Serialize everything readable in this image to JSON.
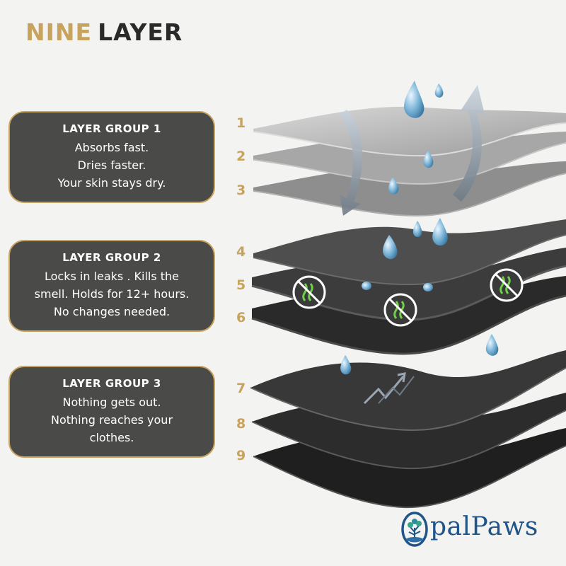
{
  "title": {
    "word1": "NINE",
    "word2": "LAYER"
  },
  "groups": [
    {
      "heading": "LAYER GROUP 1",
      "lines": [
        "Absorbs fast.",
        "Dries faster.",
        "Your skin stays dry."
      ]
    },
    {
      "heading": "LAYER GROUP 2",
      "lines": [
        "Locks in leaks . Kills the",
        "smell. Holds for 12+ hours.",
        "No changes needed."
      ]
    },
    {
      "heading": "LAYER GROUP 3",
      "lines": [
        "Nothing gets out.",
        "Nothing reaches your",
        "clothes."
      ]
    }
  ],
  "layer_numbers": [
    "1",
    "2",
    "3",
    "4",
    "5",
    "6",
    "7",
    "8",
    "9"
  ],
  "brand": {
    "text": "palPaws",
    "initial": "O",
    "color": "#1f5588"
  },
  "colors": {
    "accent": "#c8a35d",
    "card_bg": "#4a4a48",
    "title_dark": "#2a2a2a"
  },
  "icons": [
    "water-drop-icon",
    "arrow-up-icon",
    "arrow-down-icon",
    "odor-block-icon"
  ]
}
